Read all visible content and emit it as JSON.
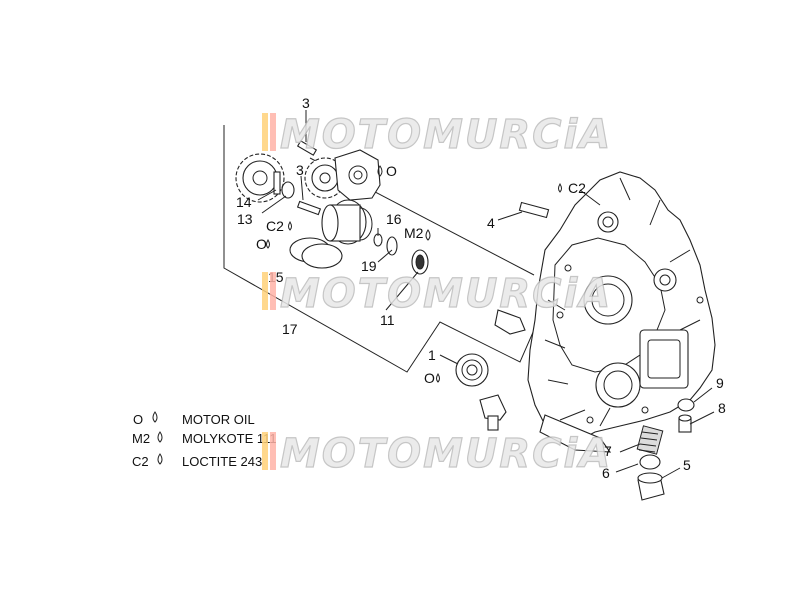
{
  "watermark": {
    "text": "MOTOMURCiA"
  },
  "callouts": [
    {
      "id": "c3a",
      "label": "3"
    },
    {
      "id": "c3b",
      "label": "3"
    },
    {
      "id": "c14",
      "label": "14"
    },
    {
      "id": "c13",
      "label": "13"
    },
    {
      "id": "c16",
      "label": "16"
    },
    {
      "id": "c19",
      "label": "19"
    },
    {
      "id": "c11",
      "label": "11"
    },
    {
      "id": "c17",
      "label": "17"
    },
    {
      "id": "c1",
      "label": "1"
    },
    {
      "id": "c4",
      "label": "4"
    },
    {
      "id": "c9",
      "label": "9"
    },
    {
      "id": "c8",
      "label": "8"
    },
    {
      "id": "c7",
      "label": "7"
    },
    {
      "id": "c6",
      "label": "6"
    },
    {
      "id": "c5",
      "label": "5"
    },
    {
      "id": "c15",
      "label": "15"
    }
  ],
  "lube_marks": {
    "o_top": "O",
    "c2_top": "C2",
    "c2_left": "C2",
    "o_left": "O",
    "m2": "M2",
    "o_bearing": "O"
  },
  "legend": [
    {
      "code": "O",
      "text": "MOTOR OIL"
    },
    {
      "code": "M2",
      "text": "MOLYKOTE 111"
    },
    {
      "code": "C2",
      "text": "LOCTITE 243"
    }
  ]
}
